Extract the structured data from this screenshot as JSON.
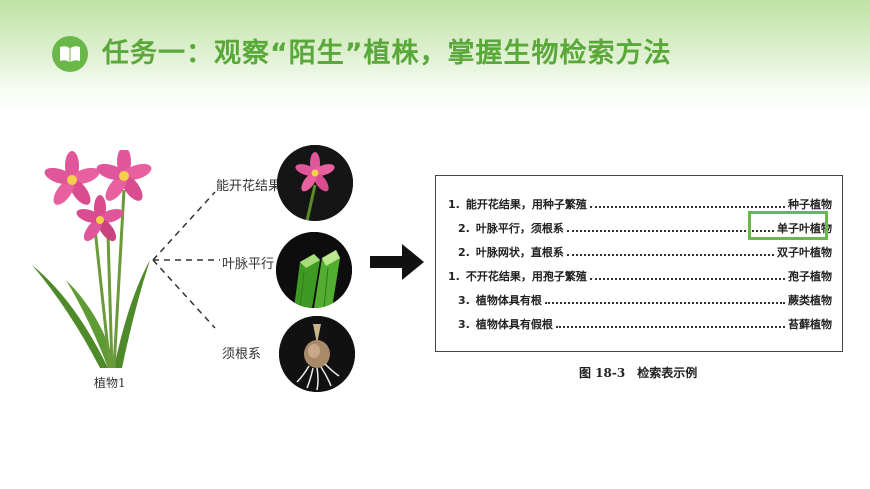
{
  "header": {
    "title": "任务一：观察“陌生”植株，掌握生物检索方法"
  },
  "plant": {
    "label": "植物1"
  },
  "features": [
    {
      "label": "能开花结果"
    },
    {
      "label": "叶脉平行"
    },
    {
      "label": "须根系"
    }
  ],
  "key": {
    "rows": [
      {
        "num": "1.",
        "text": "能开花结果，用种子繁殖",
        "result": "种子植物"
      },
      {
        "num": "2.",
        "text": "叶脉平行，须根系",
        "result": "单子叶植物"
      },
      {
        "num": "2.",
        "text": "叶脉网状，直根系",
        "result": "双子叶植物"
      },
      {
        "num": "1.",
        "text": "不开花结果，用孢子繁殖",
        "result": "孢子植物"
      },
      {
        "num": "3.",
        "text": "植物体具有根",
        "result": "蕨类植物"
      },
      {
        "num": "3.",
        "text": "植物体具有假根",
        "result": "苔藓植物"
      }
    ],
    "caption": "图 18-3　检索表示例"
  },
  "colors": {
    "accent": "#6bb84a",
    "title": "#5aa83a"
  }
}
